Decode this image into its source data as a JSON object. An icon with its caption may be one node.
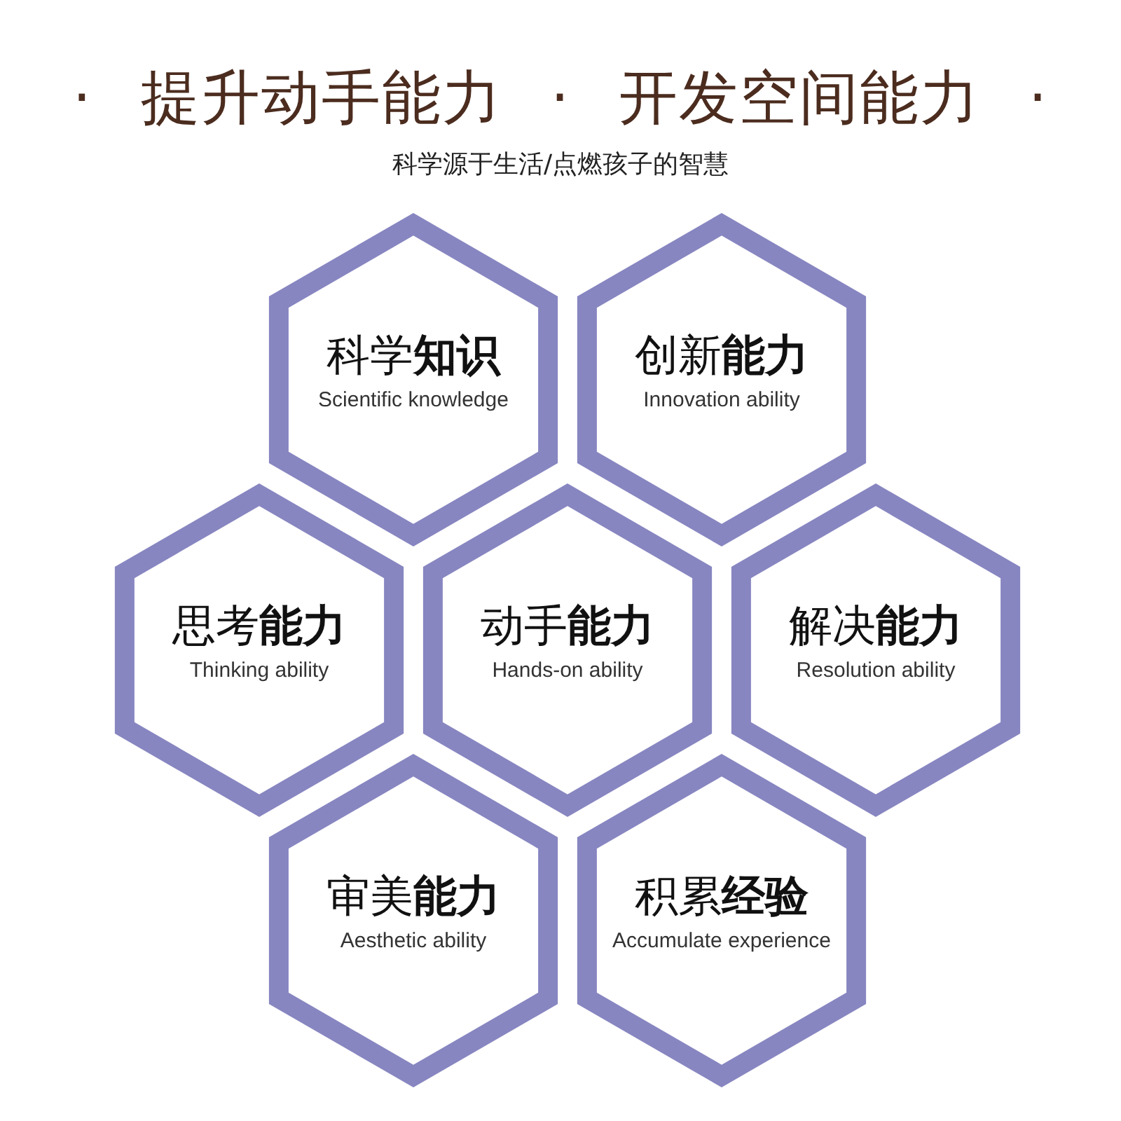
{
  "diagram": {
    "title": "· 提升动手能力 · 开发空间能力 ·",
    "nodes": [
      {
        "text": [
          "科学**知识**",
          "Scientific knowledge"
        ]
      },
      {
        "text": [
          "创新**能力**",
          "Innovation ability"
        ]
      },
      {
        "text": [
          "思考**能力**",
          "Thinking ability"
        ]
      },
      {
        "text": [
          "动手**能力**",
          "Hands-on ability"
        ]
      },
      {
        "text": [
          "解决**能力**",
          "Resolution ability"
        ]
      },
      {
        "text": [
          "审美**能力**",
          "Aesthetic ability"
        ]
      },
      {
        "text": [
          "积累**经验**",
          "Accumulate experience"
        ]
      }
    ],
    "labels": [
      "科学源于生活/点燃孩子的智慧"
    ]
  }
}
